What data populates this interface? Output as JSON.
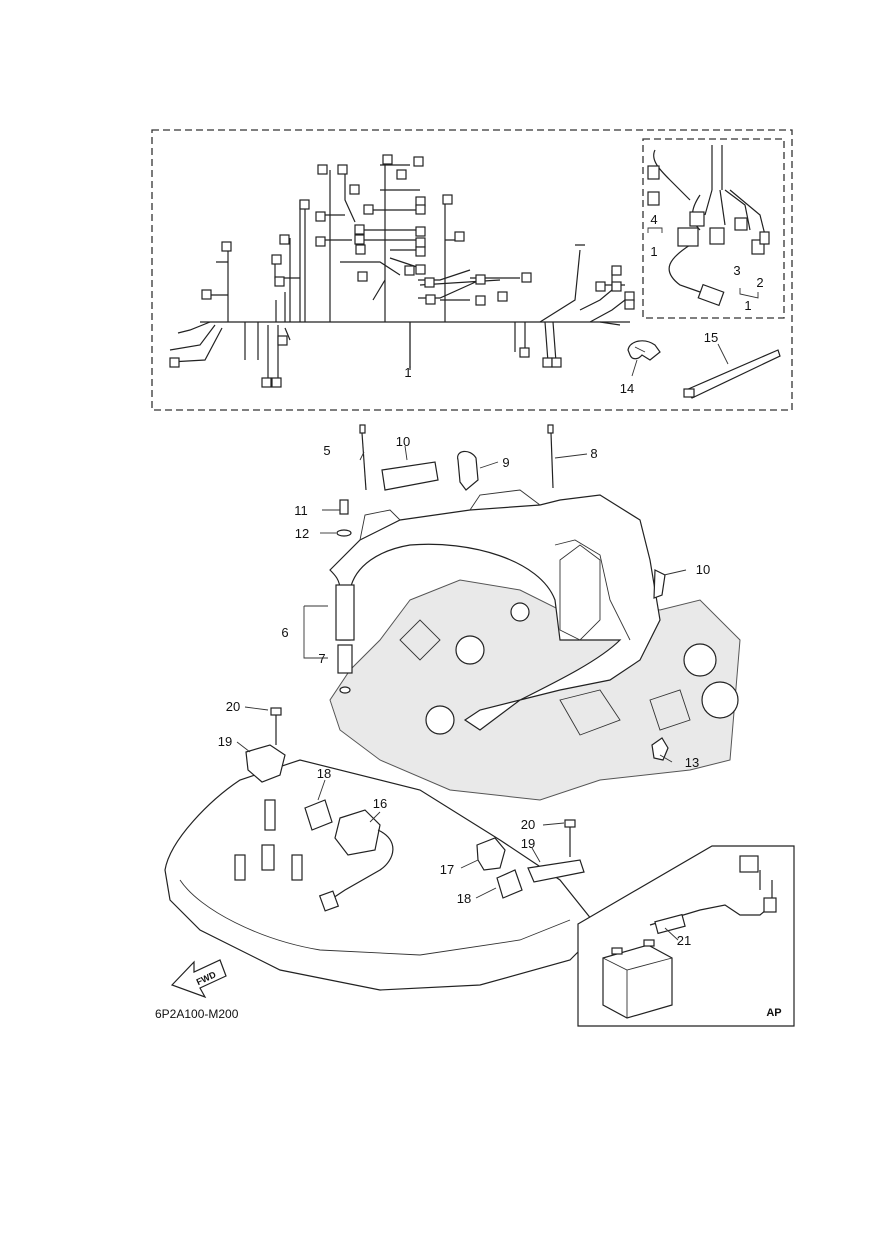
{
  "diagram_code": "6P2A100-M200",
  "inset_tag": "AP",
  "fwd_label": "FWD",
  "callouts": [
    {
      "id": "c1a",
      "text": "1"
    },
    {
      "id": "c1b",
      "text": "1"
    },
    {
      "id": "c1c",
      "text": "1"
    },
    {
      "id": "c2",
      "text": "2"
    },
    {
      "id": "c3",
      "text": "3"
    },
    {
      "id": "c4",
      "text": "4"
    },
    {
      "id": "c5",
      "text": "5"
    },
    {
      "id": "c6",
      "text": "6"
    },
    {
      "id": "c7",
      "text": "7"
    },
    {
      "id": "c8",
      "text": "8"
    },
    {
      "id": "c9",
      "text": "9"
    },
    {
      "id": "c10a",
      "text": "10"
    },
    {
      "id": "c10b",
      "text": "10"
    },
    {
      "id": "c11",
      "text": "11"
    },
    {
      "id": "c12",
      "text": "12"
    },
    {
      "id": "c13",
      "text": "13"
    },
    {
      "id": "c14",
      "text": "14"
    },
    {
      "id": "c15",
      "text": "15"
    },
    {
      "id": "c16",
      "text": "16"
    },
    {
      "id": "c17",
      "text": "17"
    },
    {
      "id": "c18a",
      "text": "18"
    },
    {
      "id": "c18b",
      "text": "18"
    },
    {
      "id": "c19a",
      "text": "19"
    },
    {
      "id": "c19b",
      "text": "19"
    },
    {
      "id": "c20a",
      "text": "20"
    },
    {
      "id": "c20b",
      "text": "20"
    },
    {
      "id": "c21",
      "text": "21"
    }
  ]
}
